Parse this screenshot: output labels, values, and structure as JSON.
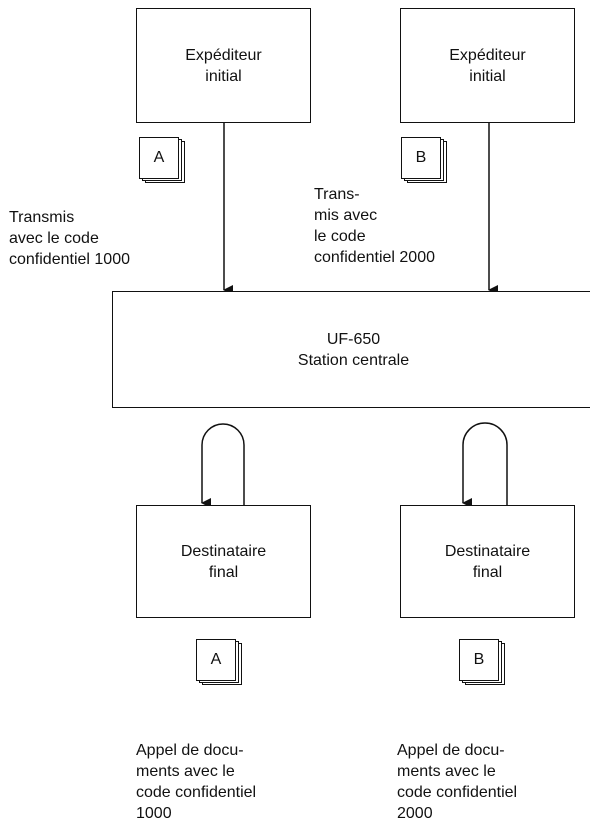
{
  "senders": [
    {
      "line1": "Expéditeur",
      "line2": "initial",
      "doc": "A"
    },
    {
      "line1": "Expéditeur",
      "line2": "initial",
      "doc": "B"
    }
  ],
  "transmissions": [
    {
      "lines": [
        "Transmis",
        "avec le code",
        "confidentiel 1000"
      ]
    },
    {
      "lines": [
        "Trans-",
        "mis avec",
        "le code",
        "confidentiel 2000"
      ]
    }
  ],
  "central": {
    "model": "UF-650",
    "name": "Station centrale"
  },
  "recipients": [
    {
      "line1": "Destinataire",
      "line2": "final",
      "doc": "A"
    },
    {
      "line1": "Destinataire",
      "line2": "final",
      "doc": "B"
    }
  ],
  "polling": [
    {
      "lines": [
        "Appel de docu-",
        "ments avec le",
        "code confidentiel",
        "1000"
      ]
    },
    {
      "lines": [
        "Appel de docu-",
        "ments avec le",
        "code confidentiel",
        "2000"
      ]
    }
  ]
}
